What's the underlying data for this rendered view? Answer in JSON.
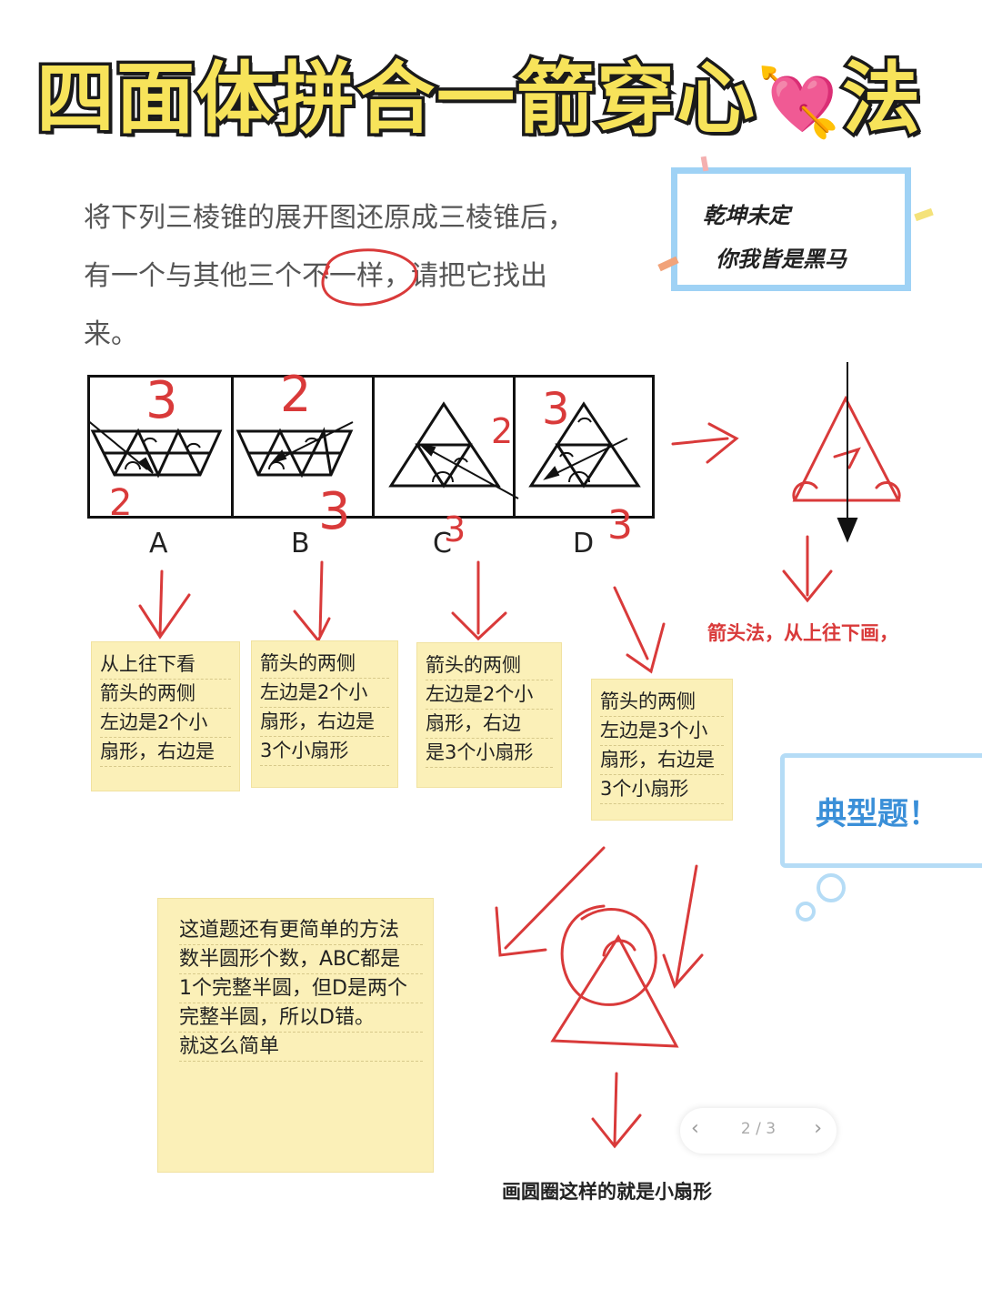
{
  "title": {
    "text": "四面体拼合一箭穿心",
    "heart_glyph": "💘",
    "suffix": "法"
  },
  "question": {
    "line1": "将下列三棱锥的展开图还原成三棱锥后，",
    "line2": "有一个与其他三个不一样，请把它找出",
    "line3": "来。"
  },
  "motto": {
    "line1": "乾坤未定",
    "line2": "你我皆是黑马"
  },
  "options": {
    "a": "A",
    "b": "B",
    "c": "C",
    "d": "D"
  },
  "annotations": {
    "a_top": "3",
    "a_bottom": "2",
    "b_top": "2",
    "b_bottom": "3",
    "c_right": "2",
    "c_bottom": "3",
    "d_top": "3",
    "d_bottom": "3"
  },
  "arrow_method_caption": "箭头法，从上往下画，",
  "notes": {
    "a": [
      "从上往下看",
      "箭头的两侧",
      "左边是2个小",
      "扇形，右边是"
    ],
    "b": [
      "箭头的两侧",
      "左边是2个小",
      "扇形，右边是",
      "3个小扇形"
    ],
    "c": [
      "箭头的两侧",
      "左边是2个小",
      "扇形，右边",
      "是3个小扇形"
    ],
    "d": [
      "箭头的两侧",
      "左边是3个小",
      "扇形，右边是",
      "3个小扇形"
    ],
    "big": [
      "这道题还有更简单的方法",
      "数半圆形个数，ABC都是",
      "1个完整半圆，但D是两个",
      "完整半圆，所以D错。",
      "就这么简单"
    ]
  },
  "bubble_text": "典型题！",
  "circle_caption": "画圆圈这样的就是小扇形",
  "pager": {
    "text": "2 / 3",
    "prev": "‹",
    "next": "›"
  },
  "colors": {
    "title_fill": "#f7e35a",
    "red_ink": "#d93a3a",
    "note_bg": "#fbf0b8",
    "bubble_border": "#b5dcf6",
    "motto_border": "#9fd2f5"
  }
}
